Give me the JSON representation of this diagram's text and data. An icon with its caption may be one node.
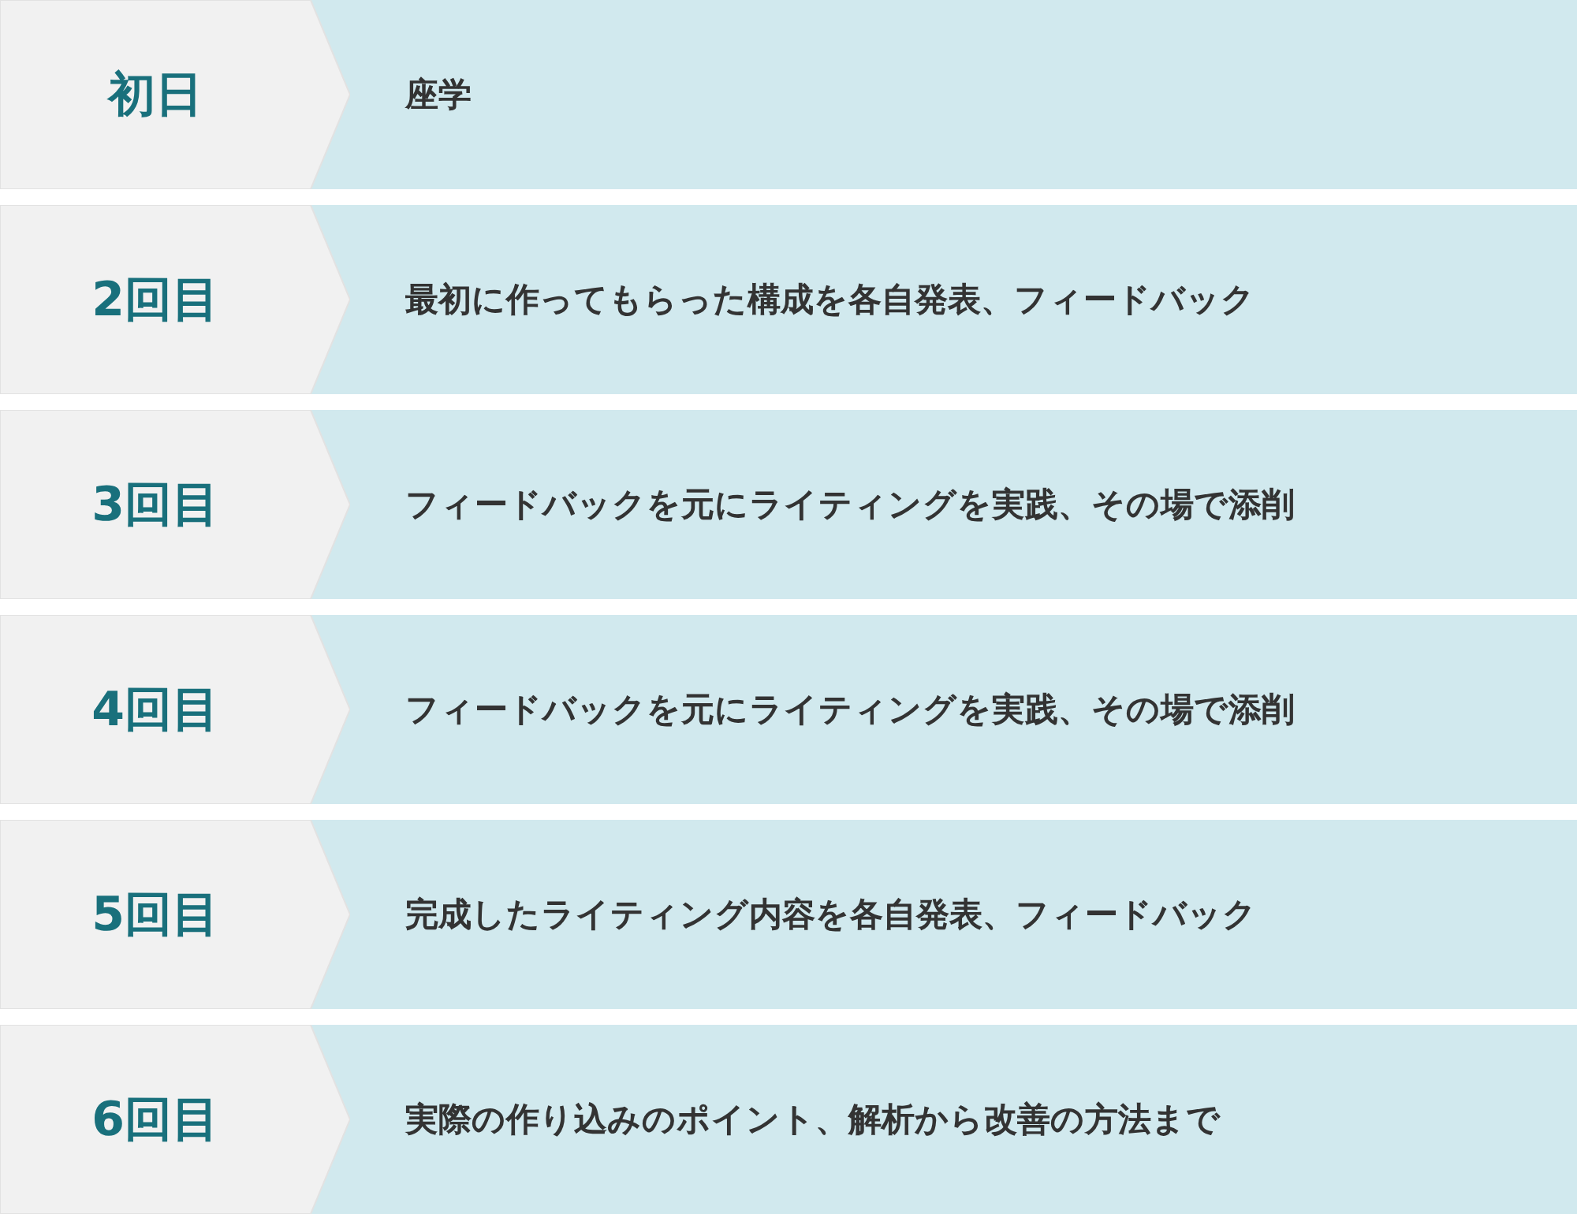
{
  "diagram": {
    "nodes": [
      {
        "text": [
          "初日"
        ]
      },
      {
        "text": [
          "座学"
        ]
      },
      {
        "text": [
          "2回目"
        ]
      },
      {
        "text": [
          "最初に作ってもらった構成を各自発表、フィードバック"
        ]
      },
      {
        "text": [
          "3回目"
        ]
      },
      {
        "text": [
          "フィードバックを元にライティングを実践、その場で添削"
        ]
      },
      {
        "text": [
          "4回目"
        ]
      },
      {
        "text": [
          "フィードバックを元にライティングを実践、その場で添削"
        ]
      },
      {
        "text": [
          "5回目"
        ]
      },
      {
        "text": [
          "完成したライティング内容を各自発表、フィードバック"
        ]
      },
      {
        "text": [
          "6回目"
        ]
      },
      {
        "text": [
          "実際の作り込みのポイント、解析から改善の方法まで"
        ]
      }
    ]
  }
}
